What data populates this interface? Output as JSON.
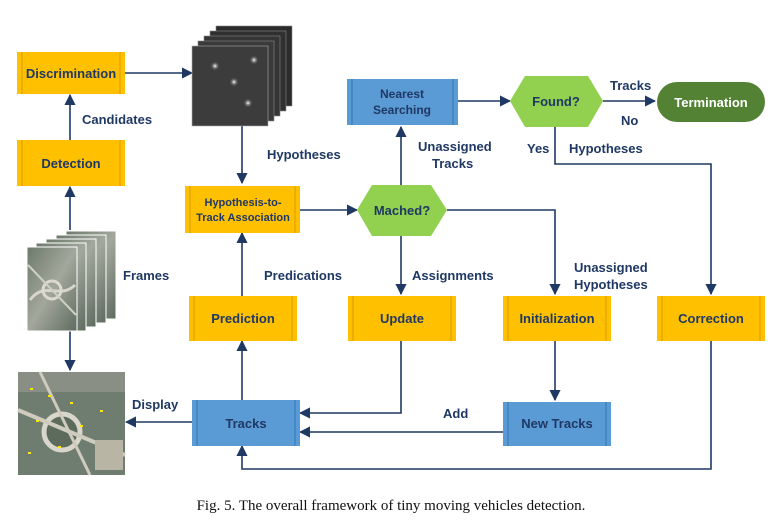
{
  "nodes": {
    "discrimination": "Discrimination",
    "detection": "Detection",
    "association_line1": "Hypothesis-to-",
    "association_line2": "Track Association",
    "prediction": "Prediction",
    "update": "Update",
    "initialization": "Initialization",
    "correction": "Correction",
    "nearest_line1": "Nearest",
    "nearest_line2": "Searching",
    "tracks": "Tracks",
    "new_tracks": "New Tracks",
    "matched": "Mached?",
    "found": "Found?",
    "termination": "Termination"
  },
  "labels": {
    "candidates": "Candidates",
    "frames": "Frames",
    "display": "Display",
    "hypotheses_top": "Hypotheses",
    "predications": "Predications",
    "assignments": "Assignments",
    "unassigned_tracks_line1": "Unassigned",
    "unassigned_tracks_line2": "Tracks",
    "unassigned_hypotheses_line1": "Unassigned",
    "unassigned_hypotheses_line2": "Hypotheses",
    "yes": "Yes",
    "hypotheses_right": "Hypotheses",
    "tracks_top": "Tracks",
    "no": "No",
    "add": "Add"
  },
  "caption": "Fig. 5.   The overall framework of tiny moving vehicles detection.",
  "colors": {
    "process_yellow": "#ffc000",
    "process_blue": "#5b9bd5",
    "decision_green": "#92d050",
    "terminator_green": "#548235",
    "connector": "#1f3864"
  }
}
